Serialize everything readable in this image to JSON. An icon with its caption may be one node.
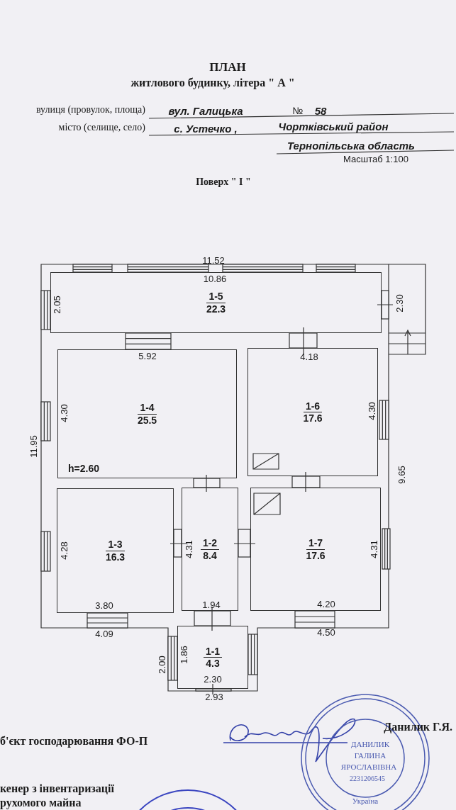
{
  "diagram": {
    "nodes": [
      {
        "text": [
          "1-5",
          "22.3"
        ]
      },
      {
        "text": [
          "1-4",
          "25.5"
        ]
      },
      {
        "text": [
          "1-6",
          "17.6"
        ]
      },
      {
        "text": [
          "1-3",
          "16.3"
        ]
      },
      {
        "text": [
          "1-2",
          "8.4"
        ]
      },
      {
        "text": [
          "1-7",
          "17.6"
        ]
      },
      {
        "text": [
          "1-1",
          "4.3"
        ]
      }
    ],
    "edges": [],
    "labels": [
      "ПЛАН",
      "житлового  будинку, літера \" А \"",
      "вулиця (провулок, площа)",
      "вул.  Галицька",
      "№",
      "58",
      "місто (селище, село)",
      "с.  Устечко  ,",
      "Чортківський  район",
      "Тернопільська область",
      "Масштаб 1:100",
      "Поверх \" I \"",
      "11.52",
      "10.86",
      "2.05",
      "2.30",
      "5.92",
      "4.18",
      "4.30",
      "4.30",
      "11.95",
      "9.65",
      "h=2.60",
      "4.28",
      "4.31",
      "4.31",
      "3.80",
      "1.94",
      "4.20",
      "4.09",
      "4.50",
      "2.00",
      "1.86",
      "2.30",
      "2.93",
      "б'єкт господарювання ФО-П",
      "Данилик Г.Я.",
      "кенер з інвентаризації",
      "рухомого майна",
      "ДАНИЛИК",
      "ГАЛИНА",
      "ЯРОСЛАВІВНА",
      "2231206545",
      "Україна"
    ]
  }
}
